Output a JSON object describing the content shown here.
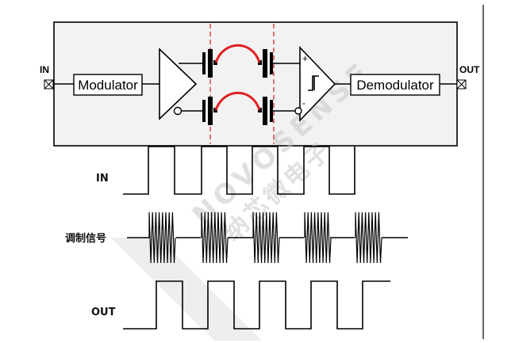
{
  "ports": {
    "input_label": "IN",
    "output_label": "OUT"
  },
  "blocks": {
    "modulator": "Modulator",
    "demodulator": "Demodulator"
  },
  "comparator": {
    "plus_sign": "+",
    "minus_sign": "-"
  },
  "waveforms": {
    "in_label": "IN",
    "modulated_label": "调制信号",
    "out_label": "OUT"
  },
  "watermark": {
    "latin": "NOVOSENSE",
    "chinese": "纳芯微电子"
  },
  "colors": {
    "line": "#000000",
    "isolation_barrier": "#d94848",
    "bond_wire": "#e02020",
    "chip_fill": "#f2f2f2",
    "watermark": "#c8c8c8"
  }
}
